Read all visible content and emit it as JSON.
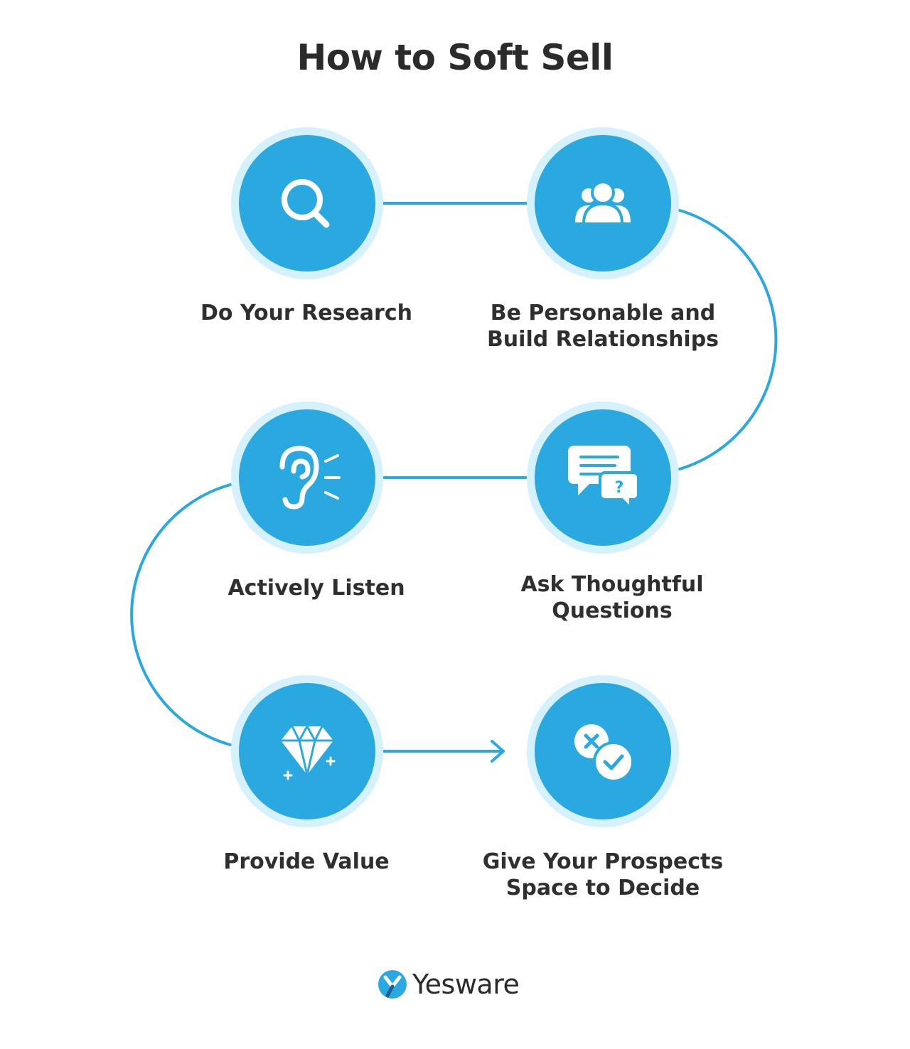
{
  "title": "How to Soft Sell",
  "colors": {
    "accent": "#2aa8e0",
    "halo": "#d5f1fb",
    "text": "#2f2f2f"
  },
  "steps": [
    {
      "label": "Do Your Research",
      "icon": "magnifier-icon"
    },
    {
      "label": "Be Personable and\nBuild Relationships",
      "icon": "people-group-icon"
    },
    {
      "label": "Ask Thoughtful\nQuestions",
      "icon": "speech-bubbles-question-icon"
    },
    {
      "label": "Actively Listen",
      "icon": "ear-icon"
    },
    {
      "label": "Provide Value",
      "icon": "diamond-icon"
    },
    {
      "label": "Give Your Prospects\nSpace to Decide",
      "icon": "cross-check-icon"
    }
  ],
  "brand": {
    "name": "Yesware"
  }
}
